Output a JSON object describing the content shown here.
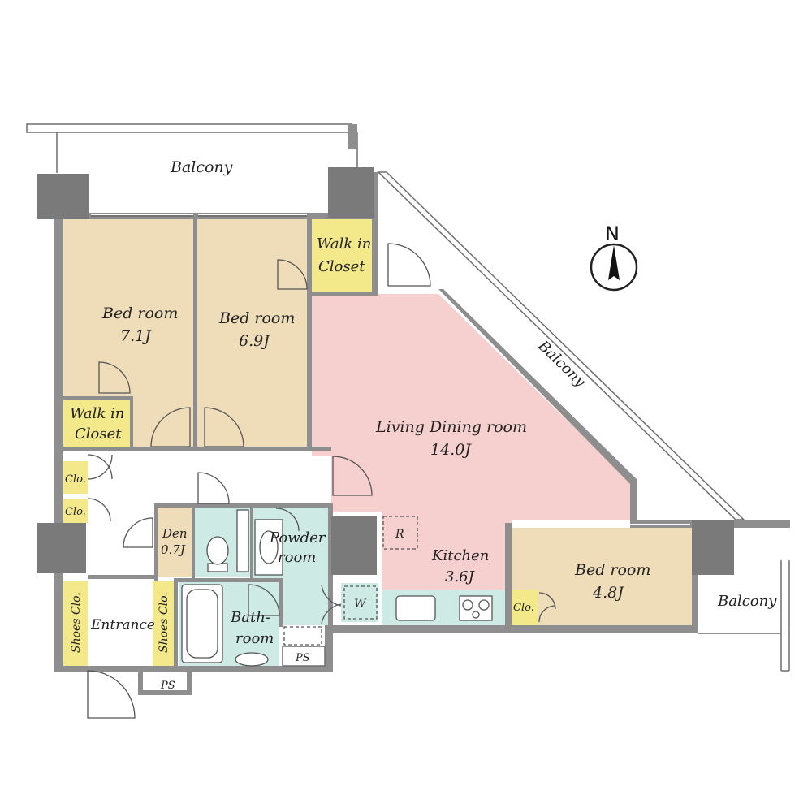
{
  "compass": {
    "label": "N"
  },
  "rooms": {
    "balcony_north": {
      "name": "Balcony"
    },
    "bedroom_1": {
      "name": "Bed room",
      "size": "7.1J"
    },
    "bedroom_2": {
      "name": "Bed room",
      "size": "6.9J"
    },
    "walk_in_closet_1": {
      "line1": "Walk in",
      "line2": "Closet"
    },
    "walk_in_closet_2": {
      "line1": "Walk in",
      "line2": "Closet"
    },
    "balcony_diagonal": {
      "name": "Balcony"
    },
    "living_dining": {
      "name": "Living Dining room",
      "size": "14.0J"
    },
    "kitchen": {
      "name": "Kitchen",
      "size": "3.6J"
    },
    "bedroom_3": {
      "name": "Bed room",
      "size": "4.8J"
    },
    "balcony_east": {
      "name": "Balcony"
    },
    "closet_1": {
      "name": "Clo."
    },
    "closet_2": {
      "name": "Clo."
    },
    "closet_3": {
      "name": "Clo."
    },
    "den": {
      "name": "Den",
      "size": "0.7J"
    },
    "powder_room": {
      "line1": "Powder",
      "line2": "room"
    },
    "bathroom": {
      "line1": "Bath-",
      "line2": "room"
    },
    "entrance": {
      "name": "Entrance"
    },
    "shoes_closet_1": {
      "name": "Shoes Clo."
    },
    "shoes_closet_2": {
      "name": "Shoes Clo."
    },
    "pipe_space_1": {
      "name": "PS"
    },
    "pipe_space_2": {
      "name": "PS"
    },
    "refrigerator": {
      "name": "R"
    },
    "washer": {
      "name": "W"
    }
  },
  "colors": {
    "bedroom": "#efdcb8",
    "closet": "#f3e88a",
    "living": "#f6cfcf",
    "wet_area": "#cdeae4",
    "wall": "#8e8e8e",
    "pillar": "#7a7a7a"
  }
}
